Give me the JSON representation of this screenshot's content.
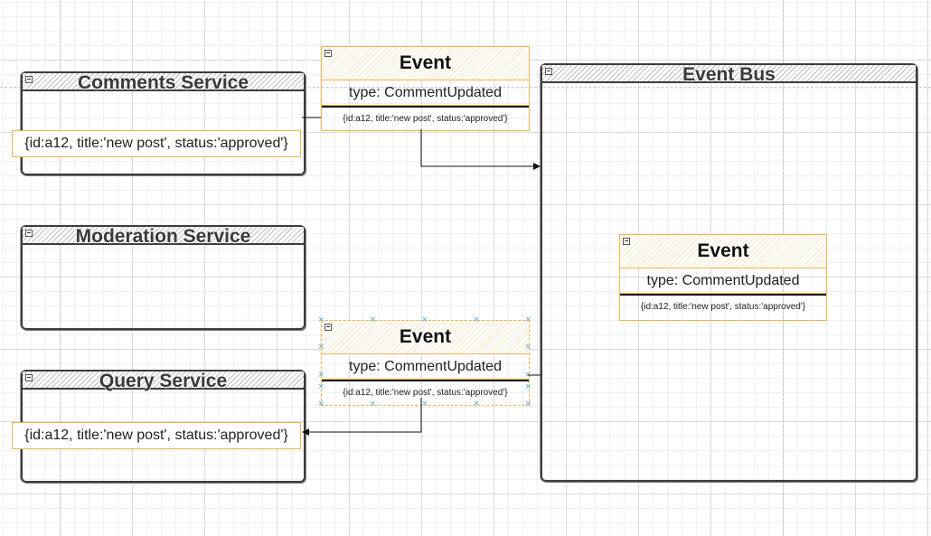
{
  "services": {
    "comments": {
      "title": "Comments Service",
      "record": "{id:a12, title:'new post', status:'approved'}"
    },
    "moderation": {
      "title": "Moderation Service"
    },
    "query": {
      "title": "Query Service",
      "record": "{id:a12, title:'new post', status:'approved'}"
    },
    "event_bus": {
      "title": "Event Bus"
    }
  },
  "events": {
    "top": {
      "title": "Event",
      "type": "type: CommentUpdated",
      "data": "{id:a12, title:'new post', status:'approved'}"
    },
    "bus": {
      "title": "Event",
      "type": "type: CommentUpdated",
      "data": "{id:a12, title:'new post', status:'approved'}"
    },
    "bottom": {
      "title": "Event",
      "type": "type: CommentUpdated",
      "data": "{id:a12, title:'new post', status:'approved'}"
    }
  },
  "colors": {
    "event_border": "#e8b84a",
    "service_border": "#3c3c3c",
    "selection_handle": "#5fa8e0",
    "connector": "#111111"
  },
  "icons": [
    "collapse-icon",
    "arrow-head-icon",
    "selection-handle-icon"
  ]
}
